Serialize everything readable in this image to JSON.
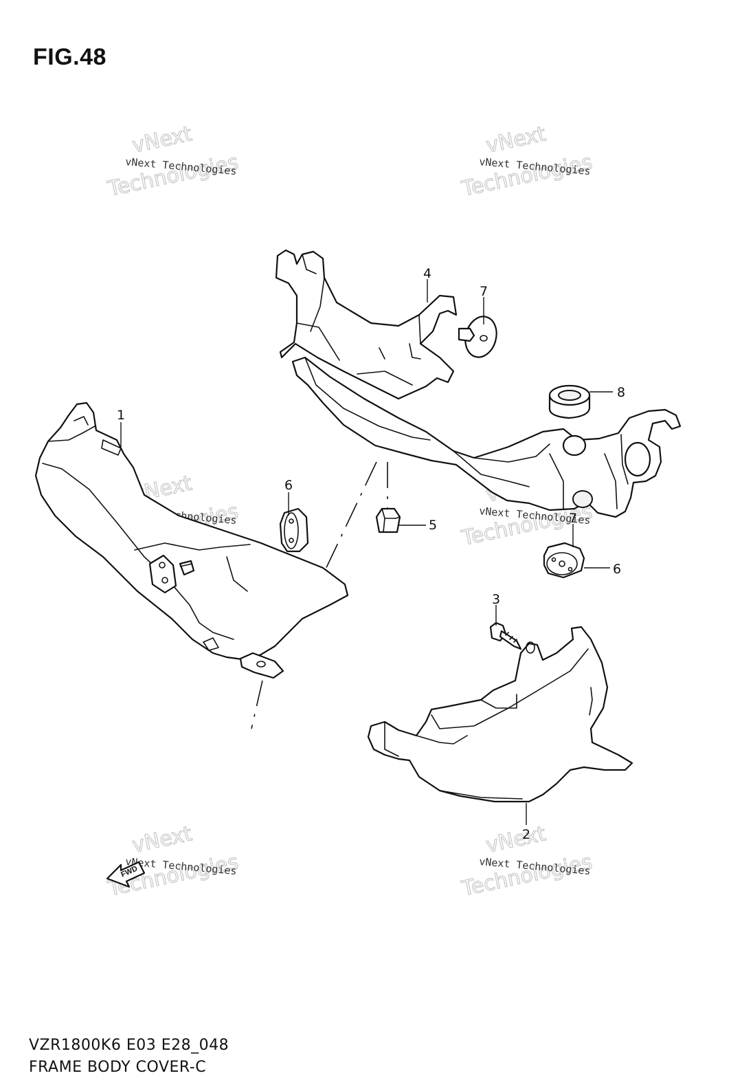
{
  "figure": {
    "title": "FIG.48",
    "code": "VZR1800K6 E03 E28_048",
    "name": "FRAME BODY COVER-C"
  },
  "callouts": [
    "1",
    "2",
    "3",
    "4",
    "5",
    "6",
    "6",
    "7",
    "7",
    "8"
  ],
  "watermark": {
    "line_small": "vNext Technologies",
    "line_big_1": "vNext",
    "line_big_2": "Technologies"
  },
  "direction_arrow": {
    "label": "FWD"
  }
}
